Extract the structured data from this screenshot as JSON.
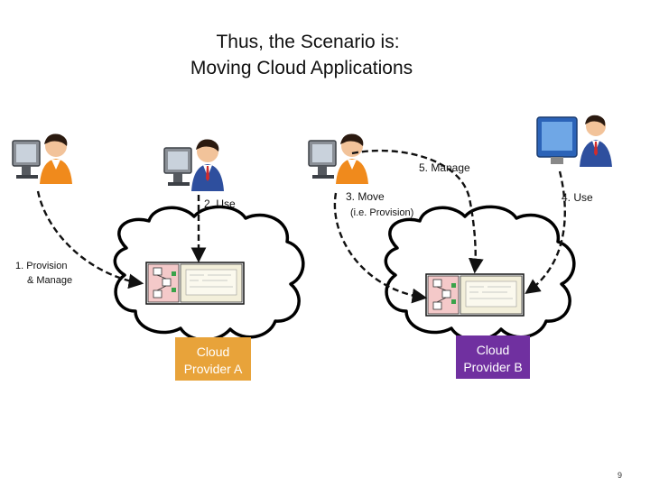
{
  "slide": {
    "title_line1": "Thus, the Scenario is:",
    "title_line2": "Moving Cloud Applications",
    "page_number": "9"
  },
  "labels": {
    "provision_manage_1": "1. Provision",
    "provision_manage_2": "& Manage",
    "use_a": "2. Use",
    "move_1": "3. Move",
    "move_2": "(i.e. Provision)",
    "use_b": "4. Use",
    "manage": "5. Manage"
  },
  "providers": {
    "a": {
      "line1": "Cloud",
      "line2": "Provider A",
      "color": "#E8A33A"
    },
    "b": {
      "line1": "Cloud",
      "line2": "Provider B",
      "color": "#7030A0"
    }
  },
  "people": [
    {
      "role": "operator",
      "icon": "person-at-computer-icon"
    },
    {
      "role": "user",
      "icon": "businessman-at-computer-icon"
    },
    {
      "role": "mover",
      "icon": "person-at-computer-icon"
    },
    {
      "role": "user-b",
      "icon": "businessman-at-monitor-icon"
    }
  ]
}
